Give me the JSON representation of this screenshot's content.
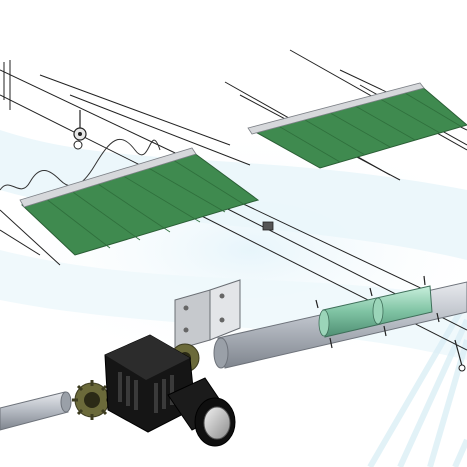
{
  "diagram": {
    "components": [
      {
        "id": "screen-panel-left",
        "kind": "shade-screen"
      },
      {
        "id": "screen-panel-right",
        "kind": "shade-screen"
      },
      {
        "id": "support-wires",
        "kind": "wire-set"
      },
      {
        "id": "pulley",
        "kind": "pulley"
      },
      {
        "id": "wire-clip",
        "kind": "clip"
      },
      {
        "id": "mounting-bracket",
        "kind": "bracket"
      },
      {
        "id": "drive-tube",
        "kind": "tube"
      },
      {
        "id": "gear-motor",
        "kind": "motor"
      },
      {
        "id": "tube-coupling",
        "kind": "coupling"
      }
    ]
  },
  "colors": {
    "background": "#ffffff",
    "backdrop": "#dff1f7",
    "screen": "#3f8a4f",
    "screen_grid": "#2f6f3c",
    "rail": "#c9ccd0",
    "wire": "#222222",
    "tube": "#b7bcc4",
    "coupling": "#7fc3a3",
    "motor_body": "#111111",
    "motor_shell": "#2a2a2a",
    "gear": "#6b6a3a"
  }
}
